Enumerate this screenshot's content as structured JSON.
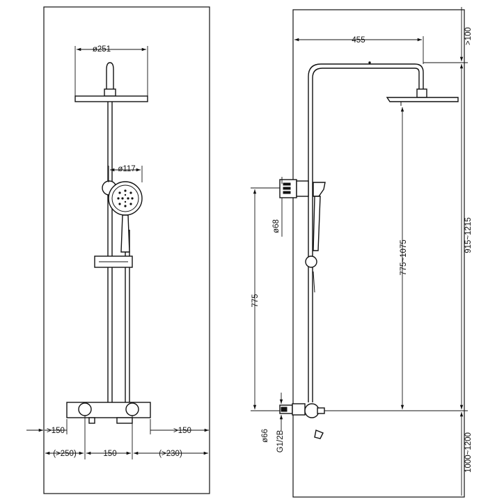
{
  "front_view": {
    "overhead_diameter": "ø251",
    "hand_shower_diameter": "ø117",
    "left_offset": ">150",
    "right_offset": ">150",
    "left_clearance": "(>250)",
    "inlet_spacing": "150",
    "right_clearance": "(>230)"
  },
  "side_view": {
    "arm_projection": "455",
    "top_clearance": ">100",
    "rail_height": "915~1215",
    "head_height": "775~1075",
    "holder_height": "775",
    "holder_diameter": "ø68",
    "mixer_diameter": "ø66",
    "inlet_thread": "G1/2B",
    "floor_height": "1000~1200"
  },
  "colors": {
    "line": "#111111",
    "background": "#ffffff"
  }
}
